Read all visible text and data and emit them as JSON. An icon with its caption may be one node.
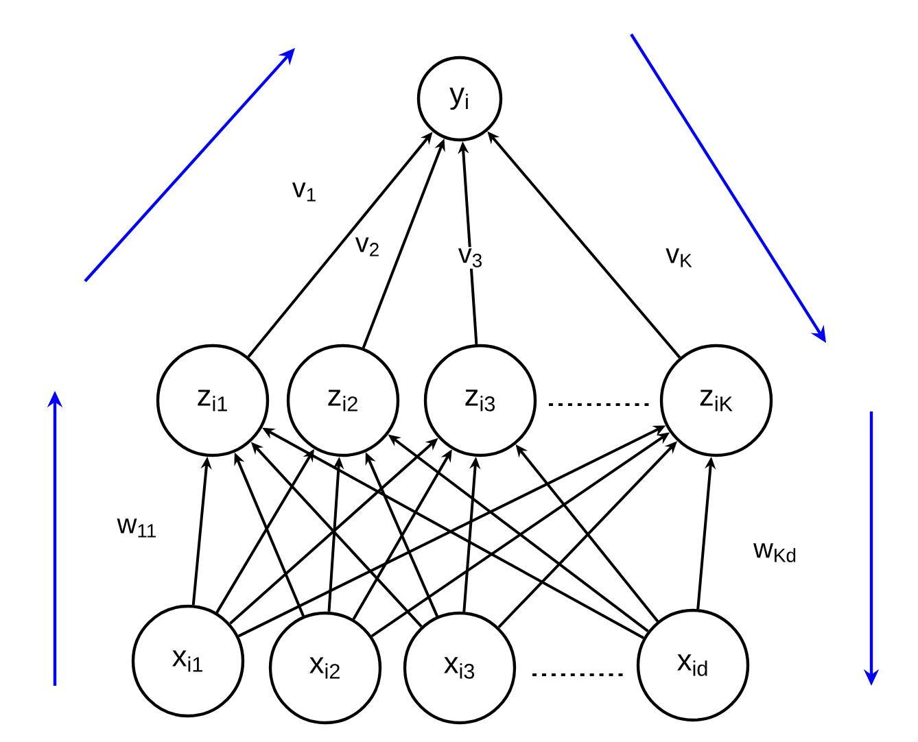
{
  "diagram": {
    "nodes": [
      {
        "text": [
          "y$_{i}$"
        ]
      },
      {
        "text": [
          "z$_{i1}$"
        ]
      },
      {
        "text": [
          "z$_{i2}$"
        ]
      },
      {
        "text": [
          "z$_{i3}$"
        ]
      },
      {
        "text": [
          "z$_{iK}$"
        ]
      },
      {
        "text": [
          "x$_{i1}$"
        ]
      },
      {
        "text": [
          "x$_{i2}$"
        ]
      },
      {
        "text": [
          "x$_{i3}$"
        ]
      },
      {
        "text": [
          "x$_{id}$"
        ]
      }
    ],
    "edges": [
      {
        "from": 1,
        "to": 0,
        "arrow": "to",
        "label": "v$_{1}$"
      },
      {
        "from": 2,
        "to": 0,
        "arrow": "to",
        "label": "v$_{2}$"
      },
      {
        "from": 3,
        "to": 0,
        "arrow": "to",
        "label": "v$_{3}$"
      },
      {
        "from": 4,
        "to": 0,
        "arrow": "to",
        "label": "v$_{K}$"
      },
      {
        "from": 5,
        "to": 1,
        "arrow": "to",
        "label": "w$_{11}$"
      },
      {
        "from": 5,
        "to": 2,
        "arrow": "to"
      },
      {
        "from": 5,
        "to": 3,
        "arrow": "to"
      },
      {
        "from": 5,
        "to": 4,
        "arrow": "to"
      },
      {
        "from": 6,
        "to": 1,
        "arrow": "to"
      },
      {
        "from": 6,
        "to": 2,
        "arrow": "to"
      },
      {
        "from": 6,
        "to": 3,
        "arrow": "to"
      },
      {
        "from": 6,
        "to": 4,
        "arrow": "to"
      },
      {
        "from": 7,
        "to": 1,
        "arrow": "to"
      },
      {
        "from": 7,
        "to": 2,
        "arrow": "to"
      },
      {
        "from": 7,
        "to": 3,
        "arrow": "to"
      },
      {
        "from": 7,
        "to": 4,
        "arrow": "to"
      },
      {
        "from": 8,
        "to": 1,
        "arrow": "to"
      },
      {
        "from": 8,
        "to": 2,
        "arrow": "to"
      },
      {
        "from": 8,
        "to": 3,
        "arrow": "to"
      },
      {
        "from": 8,
        "to": 4,
        "arrow": "to",
        "label": "w$_{Kd}$"
      }
    ]
  }
}
